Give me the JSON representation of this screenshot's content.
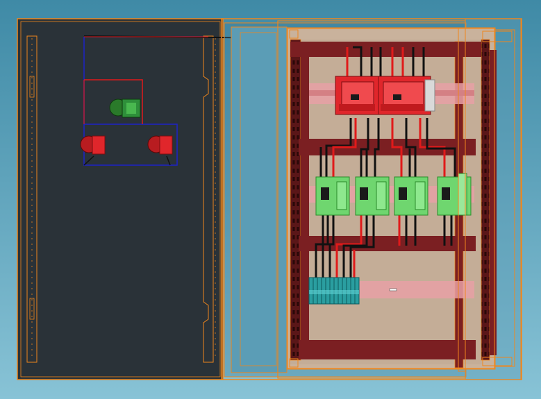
{
  "viewport": {
    "background_top": "#3f8aa6",
    "background_bottom": "#88c3d6"
  },
  "colors": {
    "selection_outline": "#f0861c",
    "door_panel": "#2a3238",
    "backplate": "#c9b29c",
    "mounting_rail": "#7b1f22",
    "din_rail": "#e8a0a4",
    "red_component": "#e0262b",
    "green_component": "#6fd66f",
    "teal_terminal": "#2a9ea0",
    "wire_black": "#111111",
    "wire_red": "#e01a1a",
    "pilot_light_box": "#1c22c8"
  },
  "components": {
    "door_devices": [
      "pilot-light-green",
      "pilot-light-red",
      "pilot-light-red"
    ],
    "breakers_top_row": 2,
    "contactors_middle_row": 4,
    "terminal_block": 1
  },
  "labels": {
    "terminal_marker": "—"
  }
}
